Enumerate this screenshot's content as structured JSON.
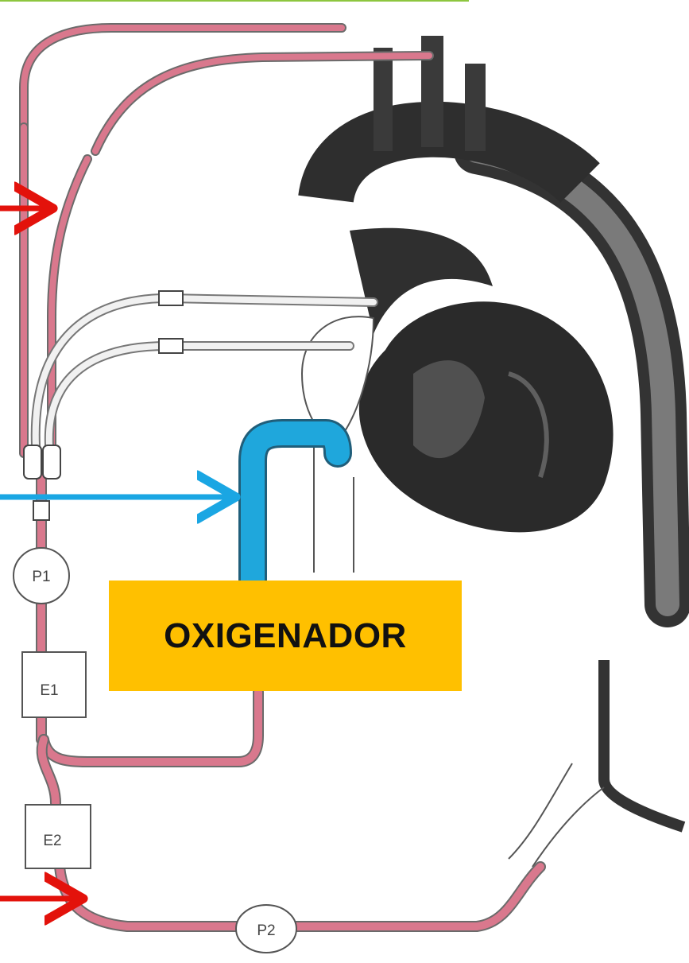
{
  "diagram": {
    "oxygenator_label": "OXIGENADOR",
    "components": {
      "p1": "P1",
      "p2": "P2",
      "e1": "E1",
      "e2": "E2"
    }
  },
  "colors": {
    "arterial_line": "#d9788d",
    "venous_drainage": "#1fa7dc",
    "arrow_red": "#e3120b",
    "arrow_blue": "#1aa6e3",
    "label_box": "#ffc000",
    "top_rule": "#8dc63f",
    "heart_shading": "#333333"
  }
}
